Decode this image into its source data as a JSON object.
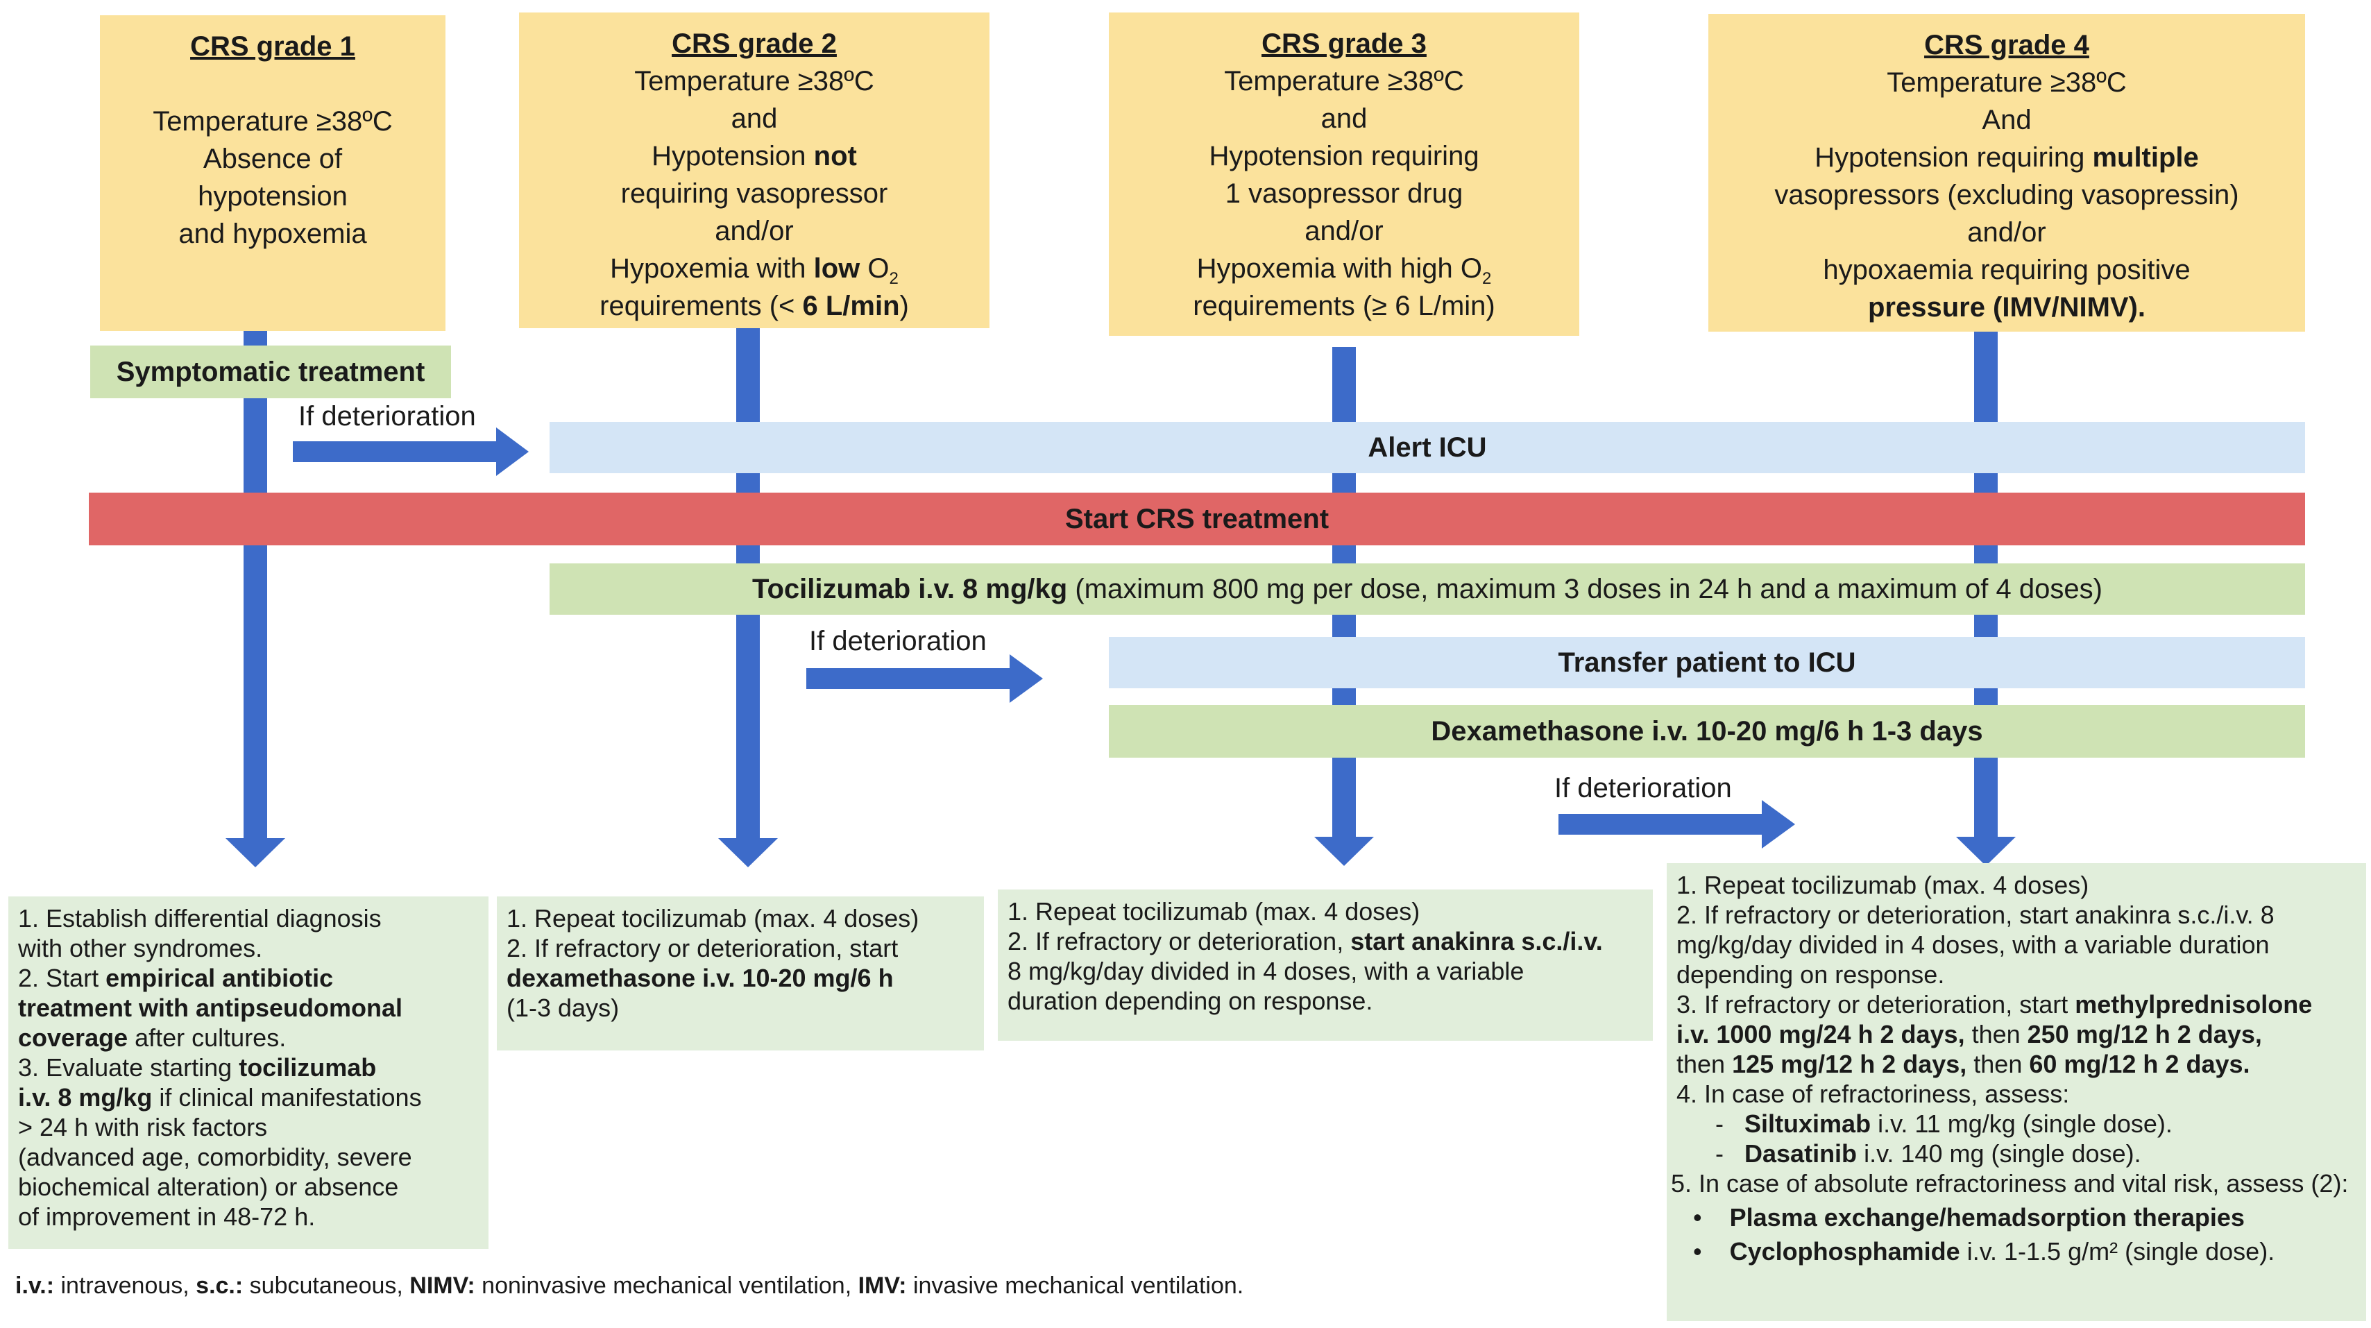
{
  "grades": [
    {
      "title": "CRS grade 1",
      "lines": [
        "",
        "Temperature ≥38ºC",
        "Absence of",
        "hypotension",
        "and hypoxemia"
      ]
    },
    {
      "title": "CRS grade 2",
      "l1": "Temperature ≥38ºC",
      "l2": "and",
      "l3a": "Hypotension ",
      "l3b": "not",
      "l4": "requiring vasopressor",
      "l5": "and/or",
      "l6a": "Hypoxemia with ",
      "l6b": "low",
      "l6c": " O",
      "l6sub": "2",
      "l7a": "requirements (< ",
      "l7b": "6 L/min",
      "l7c": ")"
    },
    {
      "title": "CRS grade 3",
      "l1": "Temperature ≥38ºC",
      "l2": "and",
      "l3": "Hypotension requiring",
      "l4": "1 vasopressor drug",
      "l5": "and/or",
      "l6a": "Hypoxemia with high O",
      "l6sub": "2",
      "l7": "requirements (≥ 6 L/min)"
    },
    {
      "title": "CRS grade 4",
      "l1": "Temperature ≥38ºC",
      "l2": "And",
      "l3a": "Hypotension requiring ",
      "l3b": "multiple",
      "l4": "vasopressors (excluding vasopressin)",
      "l5": "and/or",
      "l6": "hypoxaemia requiring positive",
      "l7": "pressure (IMV/NIMV)."
    }
  ],
  "bands": {
    "symptomatic": "Symptomatic treatment",
    "alert_icu": "Alert ICU",
    "start_crs": "Start CRS treatment",
    "toci_bold": "Tocilizumab i.v. 8 mg/kg",
    "toci_rest": " (maximum 800 mg per dose, maximum 3 doses in 24 h and a maximum of 4 doses)",
    "transfer_icu": "Transfer patient to ICU",
    "dexa": "Dexamethasone i.v. 10-20 mg/6 h 1-3 days"
  },
  "deterioration_label": "If deterioration",
  "outcomes": {
    "g1": {
      "i1n": "1.",
      "i1": "Establish differential diagnosis",
      "i1b": "with other syndromes.",
      "i2n": "2.",
      "i2a": "Start ",
      "i2b": "empirical antibiotic",
      "i2c": "treatment with antipseudomonal",
      "i2d": "coverage",
      "i2e": " after cultures.",
      "i3n": "3.",
      "i3a": "Evaluate starting ",
      "i3b": "tocilizumab",
      "i3c": "i.v. 8 mg/kg",
      "i3d": " if clinical manifestations",
      "i3e": "> 24 h with risk factors",
      "i3f": "(advanced age, comorbidity, severe",
      "i3g": "biochemical alteration) or absence",
      "i3h": "of improvement in 48-72 h."
    },
    "g2": {
      "i1": "1. Repeat tocilizumab (max. 4 doses)",
      "i2": "2. If refractory or deterioration, start",
      "i2b": "dexamethasone i.v. 10-20 mg/6 h",
      "i2c": "(1-3 days)"
    },
    "g3": {
      "i1": "1. Repeat tocilizumab (max. 4 doses)",
      "i2a": "2. If refractory or deterioration, ",
      "i2b": "start anakinra s.c./i.v.",
      "i2c": "8 mg/kg/day divided in 4 doses, with a variable",
      "i2d": "duration depending on response."
    },
    "g4": {
      "i1": "1. Repeat tocilizumab (max. 4 doses)",
      "i2a": "2. If refractory or deterioration, start anakinra s.c./i.v. 8",
      "i2b": "mg/kg/day divided in 4 doses, with a variable duration",
      "i2c": "depending on response.",
      "i3a": "3. If refractory or deterioration, start ",
      "i3b": "methylprednisolone",
      "i3c": "i.v. 1000 mg/24 h 2 days,",
      "i3d": " then ",
      "i3e": "250 mg/12 h 2 days,",
      "i3f": "then ",
      "i3g": "125 mg/12 h 2 days,",
      "i3h": " then ",
      "i3i": "60 mg/12 h 2 days.",
      "i4": "4. In case of refractoriness, assess:",
      "i4aDash": "-",
      "i4ab": "Siltuximab",
      "i4ac": " i.v. 11 mg/kg (single dose).",
      "i4bDash": "-",
      "i4bb": "Dasatinib",
      "i4bc": " i.v. 140 mg (single dose).",
      "i5": "5. In case of absolute refractoriness and vital risk, assess (2):",
      "b1": "•",
      "b1t": "Plasma exchange/hemadsorption therapies",
      "b2": "•",
      "b2b": "Cyclophosphamide",
      "b2c": " i.v. 1-1.5 g/m² (single dose)."
    }
  },
  "footnote": {
    "a": "i.v.:",
    "b": " intravenous, ",
    "c": "s.c.:",
    "d": " subcutaneous, ",
    "e": "NIMV:",
    "f": " noninvasive mechanical ventilation, ",
    "g": "IMV:",
    "h": " invasive mechanical ventilation."
  },
  "colors": {
    "grade_box": "#fbe29c",
    "arrow": "#3d6bc9",
    "green": "#cfe3b4",
    "blue": "#d4e5f6",
    "red": "#e06666",
    "outcome_box": "#e1eedb"
  }
}
